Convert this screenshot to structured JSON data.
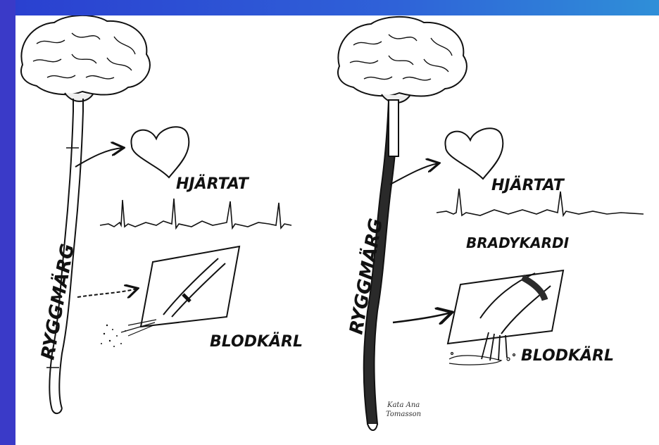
{
  "left_panel": {
    "heart_label": "HJÄRTAT",
    "vessel_label": "BLODKÄRL",
    "spine_label": "RYGGMÄRG"
  },
  "right_panel": {
    "heart_label": "HJÄRTAT",
    "rhythm_label": "BRADYKARDI",
    "vessel_label": "BLODKÄRL",
    "spine_label": "RYGGMÄRG"
  },
  "signature": {
    "line1": "Kata Ana",
    "line2": "Tomasson"
  },
  "colors": {
    "frame_blue": "#3a3ac8",
    "ink": "#111111"
  }
}
